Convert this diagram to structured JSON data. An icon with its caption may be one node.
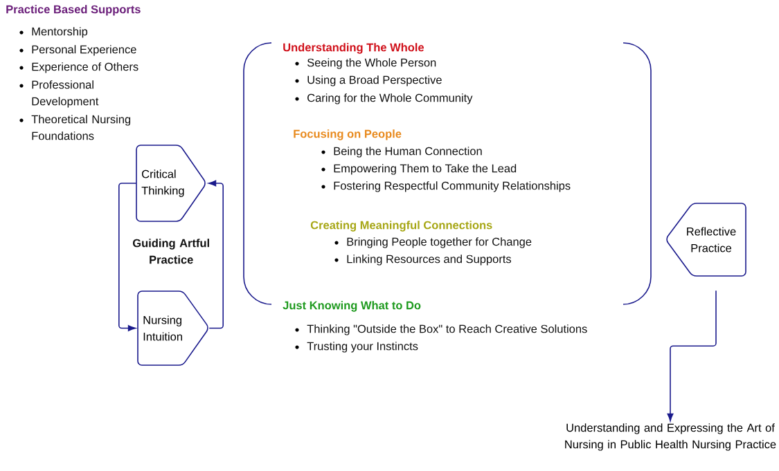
{
  "diagram": {
    "nodes": [
      {
        "text": [
          "Critical Thinking"
        ]
      },
      {
        "text": [
          "Nursing Intuition"
        ]
      },
      {
        "text": [
          "Reflective Practice"
        ]
      },
      {
        "text": [
          "Understanding and Expressing the Art of Nursing in Public Health Nursing Practice"
        ]
      }
    ],
    "edges": [
      {
        "from": 0,
        "to": 1,
        "arrow": "to"
      },
      {
        "from": 1,
        "to": 0,
        "arrow": "to"
      },
      {
        "from": 2,
        "to": 3,
        "arrow": "to"
      }
    ],
    "labels": [
      "Practice Based Supports",
      "Mentorship",
      "Personal Experience",
      "Experience of Others",
      "Professional Development",
      "Theoretical Nursing Foundations",
      "Understanding The Whole",
      "Seeing the Whole Person",
      "Using a Broad Perspective",
      "Caring for the Whole Community",
      "Focusing on People",
      "Being the Human Connection",
      "Empowering Them to Take the Lead",
      "Fostering Respectful Community Relationships",
      "Creating Meaningful Connections",
      "Bringing People together for Change",
      "Linking Resources and Supports",
      "Guiding Artful Practice",
      "Just Knowing What to Do",
      "Thinking \"Outside the Box\" to Reach Creative Solutions",
      "Trusting your Instincts"
    ]
  }
}
